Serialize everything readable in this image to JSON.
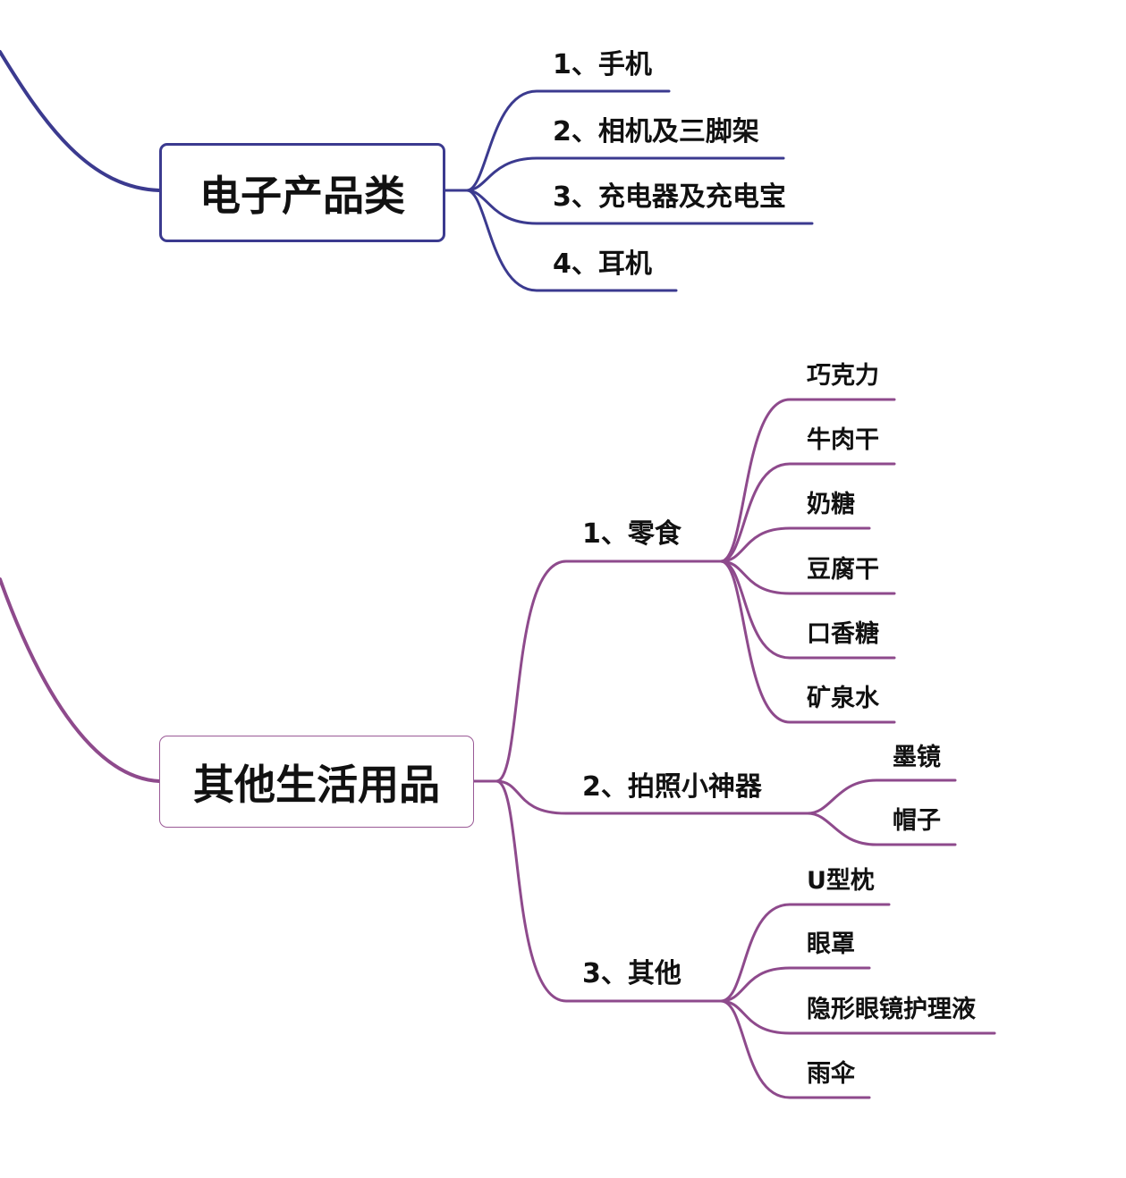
{
  "colors": {
    "electronics": "#3b3a8f",
    "other": "#8e4a8c"
  },
  "electronics": {
    "title": "电子产品类",
    "items": [
      "1、手机",
      "2、相机及三脚架",
      "3、充电器及充电宝",
      "4、耳机"
    ]
  },
  "other": {
    "title": "其他生活用品",
    "groups": [
      {
        "label": "1、零食",
        "items": [
          "巧克力",
          "牛肉干",
          "奶糖",
          "豆腐干",
          "口香糖",
          "矿泉水"
        ]
      },
      {
        "label": "2、拍照小神器",
        "items": [
          "墨镜",
          "帽子"
        ]
      },
      {
        "label": "3、其他",
        "items": [
          "U型枕",
          "眼罩",
          "隐形眼镜护理液",
          "雨伞"
        ]
      }
    ]
  }
}
